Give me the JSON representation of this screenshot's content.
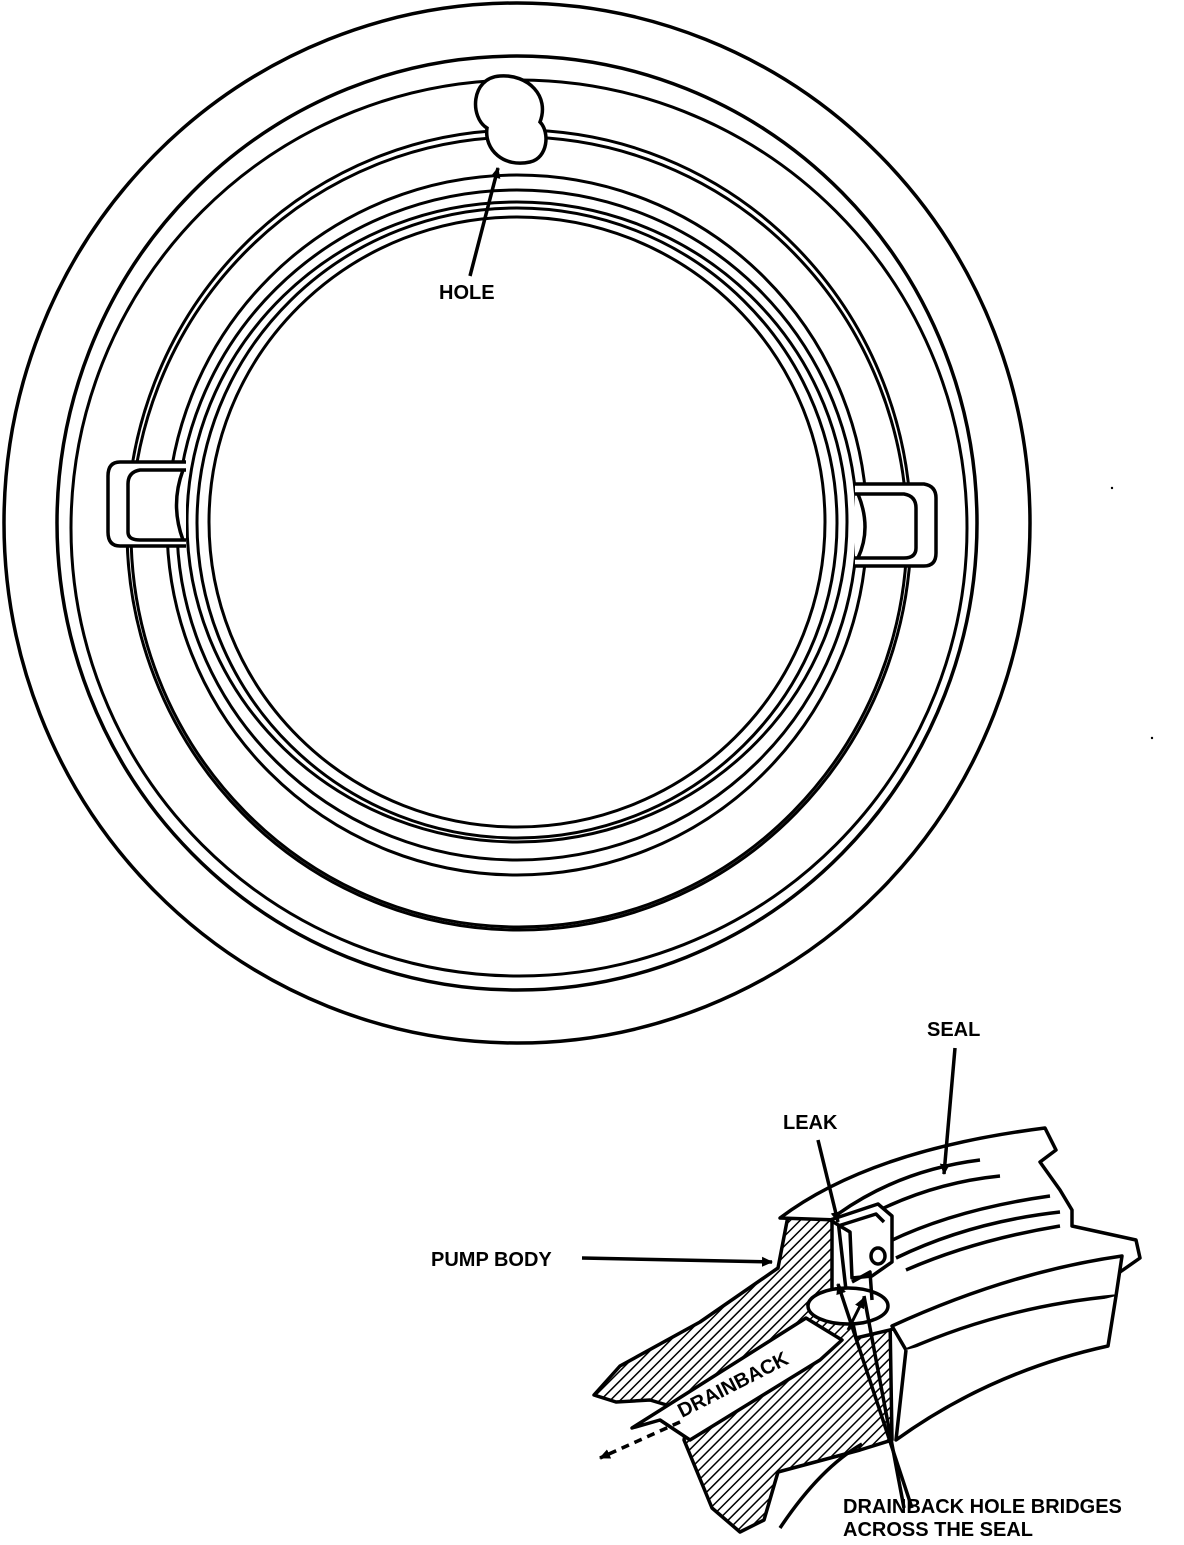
{
  "labels": {
    "hole": "HOLE",
    "seal": "SEAL",
    "leak": "LEAK",
    "pump_body": "PUMP BODY",
    "drainback": "DRAINBACK",
    "bridge_line1": "DRAINBACK HOLE BRIDGES",
    "bridge_line2": "ACROSS THE SEAL"
  },
  "colors": {
    "ink": "#000000",
    "paper": "#ffffff"
  }
}
